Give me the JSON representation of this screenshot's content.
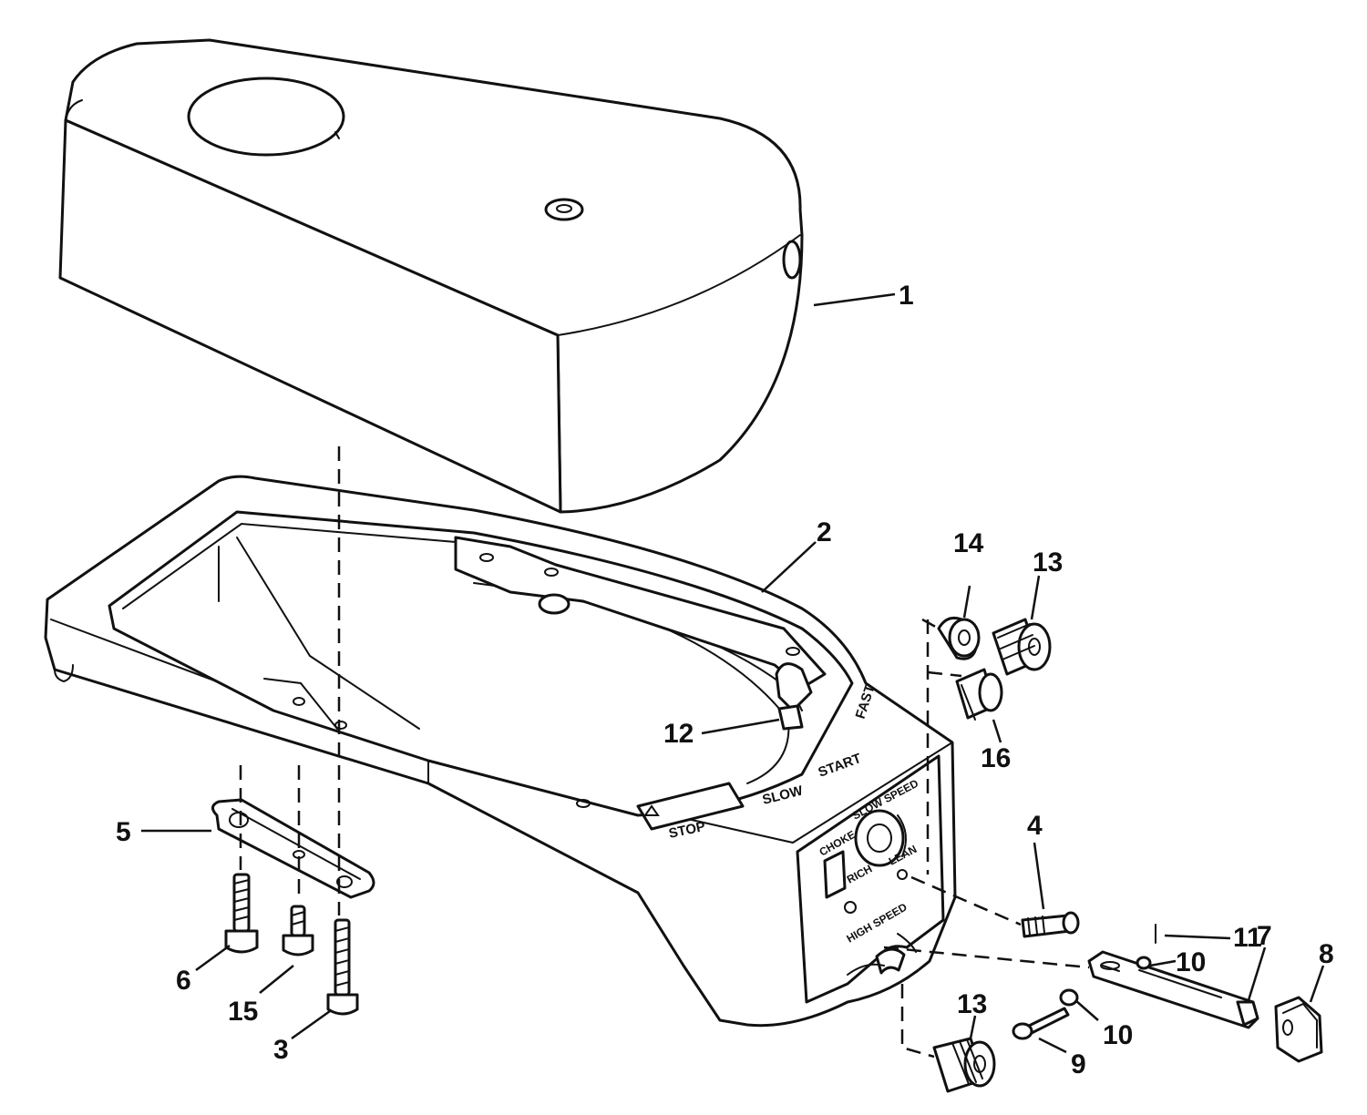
{
  "callouts": [
    {
      "id": "1",
      "label": "1"
    },
    {
      "id": "2",
      "label": "2"
    },
    {
      "id": "3",
      "label": "3"
    },
    {
      "id": "4",
      "label": "4"
    },
    {
      "id": "5",
      "label": "5"
    },
    {
      "id": "6",
      "label": "6"
    },
    {
      "id": "7",
      "label": "7"
    },
    {
      "id": "8",
      "label": "8"
    },
    {
      "id": "9",
      "label": "9"
    },
    {
      "id": "10a",
      "label": "10"
    },
    {
      "id": "10b",
      "label": "10"
    },
    {
      "id": "11",
      "label": "11"
    },
    {
      "id": "12",
      "label": "12"
    },
    {
      "id": "13a",
      "label": "13"
    },
    {
      "id": "13b",
      "label": "13"
    },
    {
      "id": "14",
      "label": "14"
    },
    {
      "id": "15",
      "label": "15"
    },
    {
      "id": "16",
      "label": "16"
    }
  ],
  "decals": {
    "fast": "FAST",
    "start": "START",
    "slow": "SLOW",
    "stop": "STOP"
  },
  "panel": {
    "choke": "CHOKE",
    "slow_speed": "SLOW SPEED",
    "high_speed": "HIGH SPEED",
    "lean": "LEAN",
    "rich": "RICH"
  }
}
